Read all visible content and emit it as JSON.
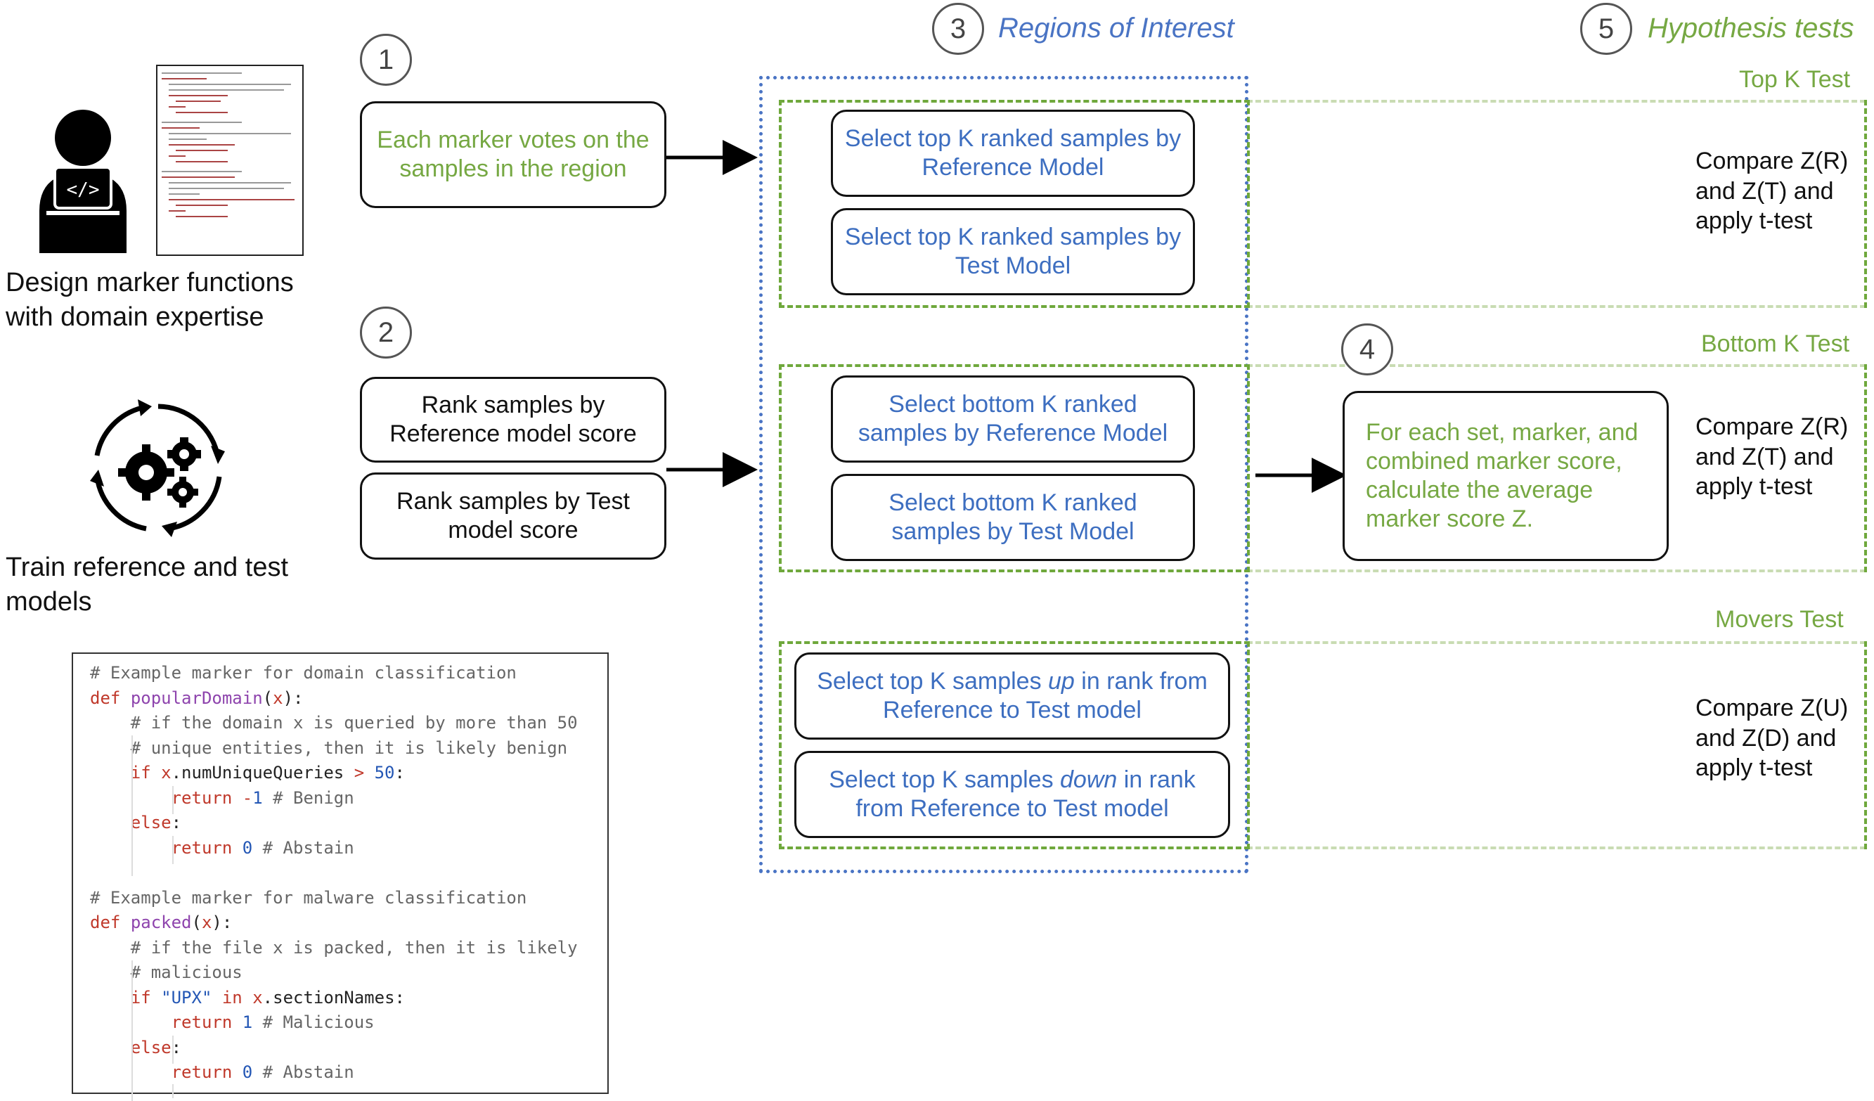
{
  "steps": {
    "s1": "1",
    "s2": "2",
    "s3": "3",
    "s4": "4",
    "s5": "5"
  },
  "titles": {
    "regions": "Regions of Interest",
    "hypothesis": "Hypothesis tests"
  },
  "left": {
    "caption_design": [
      "Design marker functions",
      "with domain expertise"
    ],
    "caption_train": [
      "Train reference and test",
      "models"
    ]
  },
  "step1_box": "Each marker votes on the samples in the region",
  "step2_boxes": [
    "Rank samples by Reference model score",
    "Rank samples by Test model score"
  ],
  "regions": {
    "top": [
      "Select top K ranked samples by Reference Model",
      "Select top K ranked samples by Test Model"
    ],
    "bottom": [
      "Select bottom K ranked samples by Reference Model",
      "Select bottom K ranked samples by Test Model"
    ],
    "movers": [
      {
        "pre": "Select top K samples ",
        "em": "up",
        "post": " in rank from Reference to Test model"
      },
      {
        "pre": "Select top K samples ",
        "em": "down",
        "post": " in rank from Reference to Test model"
      }
    ]
  },
  "step4_box": "For each set, marker, and combined marker score, calculate the average marker score Z.",
  "tests": {
    "topk": {
      "label": "Top K Test",
      "compare": [
        "Compare Z(R)",
        "and Z(T) and",
        "apply t-test"
      ]
    },
    "bottomk": {
      "label": "Bottom K Test",
      "compare": [
        "Compare Z(R)",
        "and Z(T) and",
        "apply t-test"
      ]
    },
    "movers": {
      "label": "Movers Test",
      "compare": [
        "Compare Z(U)",
        "and Z(D) and",
        "apply t-test"
      ]
    }
  },
  "code_lines": [
    "# Example marker for domain classification",
    "def popularDomain(x):",
    "    # if the domain x is queried by more than 50",
    "    # unique entities, then it is likely benign",
    "    if x.numUniqueQueries > 50:",
    "        return -1 # Benign",
    "    else:",
    "        return 0 # Abstain",
    "",
    "# Example marker for malware classification",
    "def packed(x):",
    "    # if the file x is packed, then it is likely",
    "    # malicious",
    "    if \"UPX\" in x.sectionNames:",
    "        return 1 # Malicious",
    "    else:",
    "        return 0 # Abstain"
  ],
  "colors": {
    "blue_text": "#3d6ec0",
    "green_text": "#76a843",
    "green_dash": "#6fa83c",
    "blue_dots": "#4a74c4"
  },
  "icons": [
    "developer-laptop-icon",
    "gears-cycle-icon",
    "code-thumbnail-icon"
  ]
}
